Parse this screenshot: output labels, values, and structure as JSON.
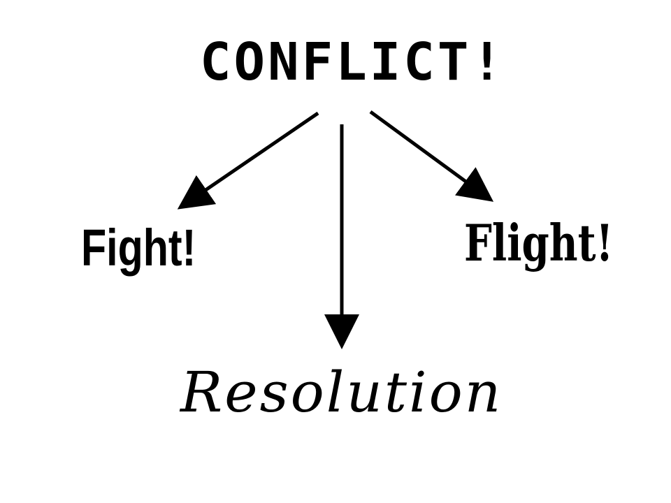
{
  "nodes": {
    "conflict": "CONFLICT!",
    "fight": "Fight!",
    "flight": "Flight!",
    "resolution": "Resolution"
  },
  "colors": {
    "background": "#ffffff",
    "ink": "#000000"
  },
  "edges": [
    {
      "from": "conflict",
      "to": "fight"
    },
    {
      "from": "conflict",
      "to": "resolution"
    },
    {
      "from": "conflict",
      "to": "flight"
    }
  ]
}
